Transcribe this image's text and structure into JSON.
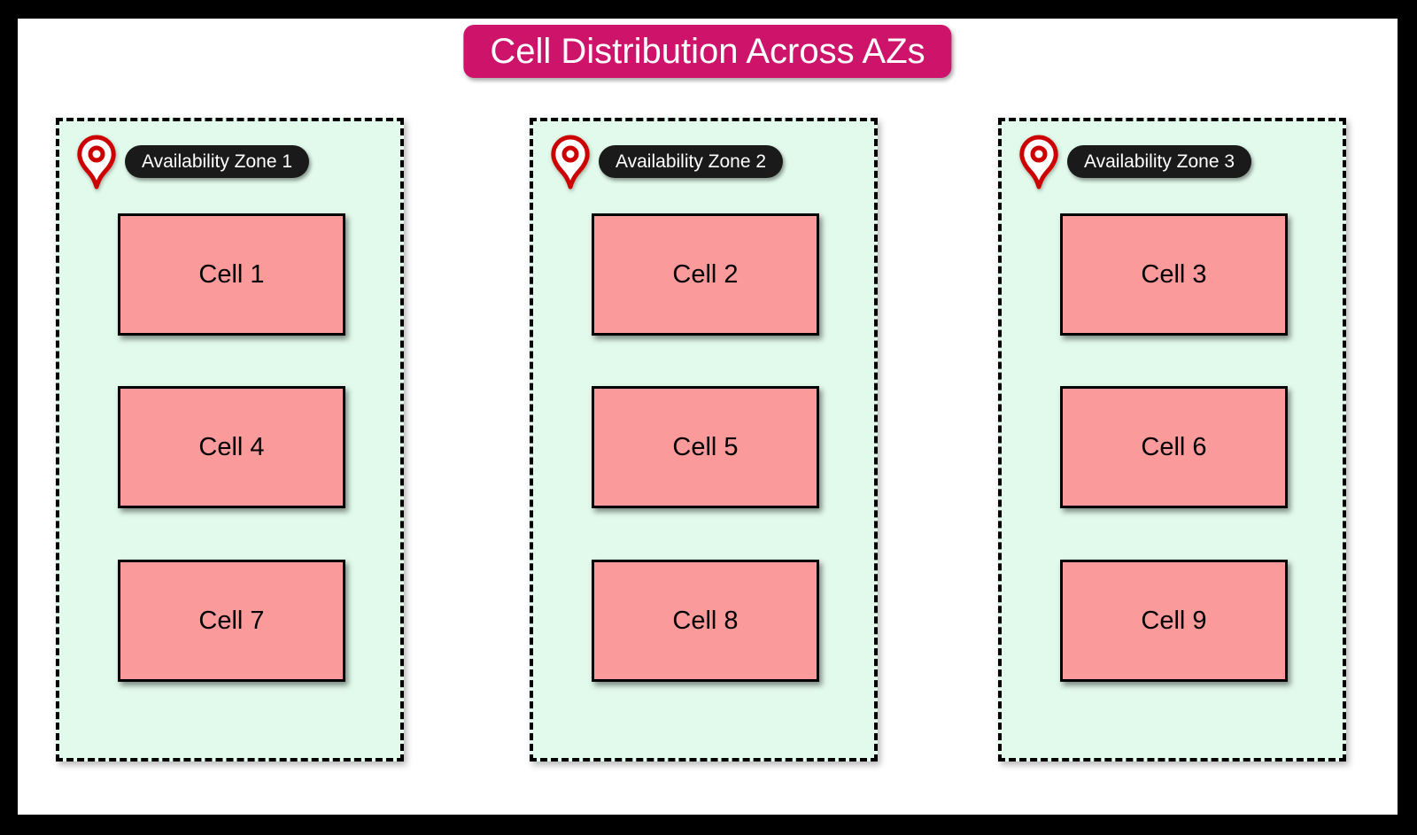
{
  "title": {
    "text": "Cell Distribution Across AZs"
  },
  "zones": [
    {
      "label": "Availability Zone 1",
      "icon": "map-pin-icon",
      "cells": [
        "Cell 1",
        "Cell 4",
        "Cell 7"
      ]
    },
    {
      "label": "Availability Zone 2",
      "icon": "map-pin-icon",
      "cells": [
        "Cell 2",
        "Cell 5",
        "Cell 8"
      ]
    },
    {
      "label": "Availability Zone 3",
      "icon": "map-pin-icon",
      "cells": [
        "Cell 3",
        "Cell 6",
        "Cell 9"
      ]
    }
  ],
  "colors": {
    "frame_bg": "#000000",
    "canvas_bg": "#FFFFFF",
    "title_bg": "#CE136B",
    "title_text": "#FFFFFF",
    "zone_bg": "#E1FAEB",
    "zone_border": "#000000",
    "label_pill_bg": "#1A1A1A",
    "label_pill_text": "#FFFFFF",
    "pin_red": "#CC0000",
    "cell_bg": "#FB9A9A",
    "cell_border": "#000000",
    "cell_text": "#000000"
  }
}
